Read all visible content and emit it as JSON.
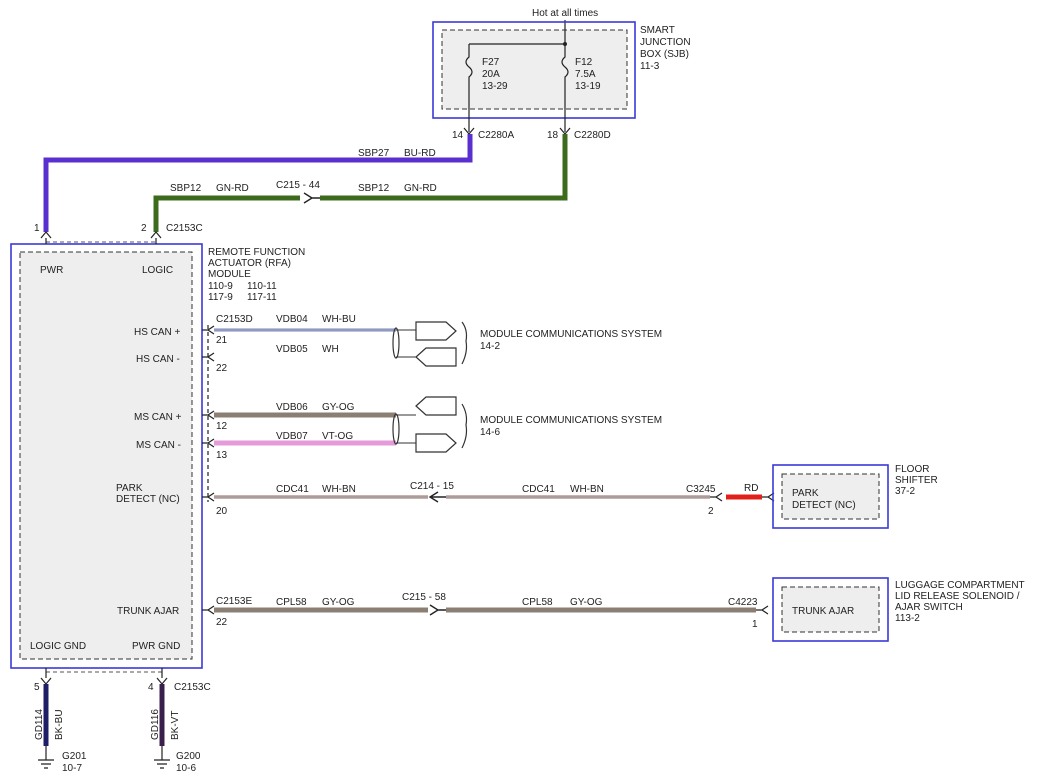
{
  "colors": {
    "box_border": "#3a3ad8",
    "BU-RD": "#5a2fd0",
    "GN-RD": "#3d6b1e",
    "WH-BU": "#b9c3ea",
    "WH": "#cccccc",
    "GY-OG": "#8a7f72",
    "VT-OG": "#e59ad9",
    "WH-BN": "#c9b3b0",
    "RD": "#e0201a",
    "BK-BU": "#1e1e66",
    "BK-VT": "#3a1f4d"
  },
  "sjb": {
    "hot_label": "Hot at all times",
    "title": [
      "SMART",
      "JUNCTION",
      "BOX (SJB)",
      "11-3"
    ],
    "fuses": [
      {
        "name": "F27",
        "rating": "20A",
        "ref": "13-29"
      },
      {
        "name": "F12",
        "rating": "7.5A",
        "ref": "13-19"
      }
    ],
    "pins": [
      {
        "pin": "14",
        "connector": "C2280A"
      },
      {
        "pin": "18",
        "connector": "C2280D"
      }
    ]
  },
  "power_wires": [
    {
      "circuit": "SBP27",
      "color": "BU-RD"
    },
    {
      "circuit": "SBP12",
      "color": "GN-RD"
    }
  ],
  "inline_connectors": {
    "c215_44": "C215 - 44",
    "c214_15": "C214 - 15",
    "c215_58": "C215 - 58"
  },
  "rfa": {
    "title": [
      "REMOTE FUNCTION",
      "ACTUATOR (RFA)",
      "MODULE"
    ],
    "refs": [
      [
        "110-9",
        "110-11"
      ],
      [
        "117-9",
        "117-11"
      ]
    ],
    "top_pins": [
      {
        "pin": "1",
        "label": "PWR"
      },
      {
        "pin": "2",
        "label": "LOGIC",
        "connector": "C2153C"
      }
    ],
    "right_pins": [
      {
        "label": "HS CAN +",
        "pin": "21",
        "connector": "C2153D",
        "circuit": "VDB04",
        "color": "WH-BU"
      },
      {
        "label": "HS CAN -",
        "pin": "22",
        "circuit": "VDB05",
        "color": "WH"
      },
      {
        "label": "MS CAN +",
        "pin": "12",
        "circuit": "VDB06",
        "color": "GY-OG"
      },
      {
        "label": "MS CAN -",
        "pin": "13",
        "circuit": "VDB07",
        "color": "VT-OG"
      },
      {
        "label": [
          "PARK",
          "DETECT (NC)"
        ],
        "pin": "20",
        "circuit": "CDC41",
        "color": "WH-BN"
      },
      {
        "label": "TRUNK AJAR",
        "pin": "22",
        "connector": "C2153E",
        "circuit": "CPL58",
        "color": "GY-OG"
      }
    ],
    "bottom_pins": [
      {
        "pin": "5",
        "label": "LOGIC GND",
        "circuit": "GD114",
        "color": "BK-BU",
        "ground": "G201",
        "ref": "10-7"
      },
      {
        "pin": "4",
        "label": "PWR GND",
        "connector": "C2153C",
        "circuit": "GD116",
        "color": "BK-VT",
        "ground": "G200",
        "ref": "10-6"
      }
    ]
  },
  "comm_systems": [
    {
      "title": "MODULE COMMUNICATIONS SYSTEM",
      "ref": "14-2"
    },
    {
      "title": "MODULE COMMUNICATIONS SYSTEM",
      "ref": "14-6"
    }
  ],
  "floor_shifter": {
    "title": [
      "FLOOR",
      "SHIFTER",
      "37-2"
    ],
    "inner": [
      "PARK",
      "DETECT (NC)"
    ],
    "connector": "C3245",
    "pin": "2",
    "wire_color": "RD"
  },
  "luggage": {
    "title": [
      "LUGGAGE COMPARTMENT",
      "LID RELEASE SOLENOID /",
      "AJAR SWITCH",
      "113-2"
    ],
    "inner": "TRUNK AJAR",
    "connector": "C4223",
    "pin": "1"
  }
}
